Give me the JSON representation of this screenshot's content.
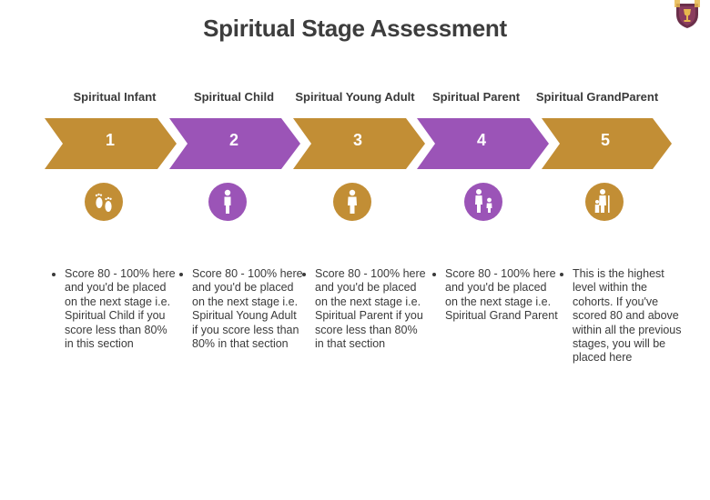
{
  "title": "Spiritual Stage Assessment",
  "colors": {
    "gold": "#C28E35",
    "purple": "#9B54B7",
    "text": "#3a3a3a"
  },
  "stages": [
    {
      "label": "Spiritual Infant",
      "number": "1",
      "color": "#C28E35",
      "icon": "footprints-icon",
      "description": "Score 80 - 100% here and you'd be placed on the next stage i.e. Spiritual Child if you score less than 80% in this section"
    },
    {
      "label": "Spiritual Child",
      "number": "2",
      "color": "#9B54B7",
      "icon": "child-icon",
      "description": "Score 80 - 100% here and you'd be placed on the next stage i.e. Spiritual Young Adult if you score less than 80% in that section"
    },
    {
      "label": "Spiritual Young Adult",
      "number": "3",
      "color": "#C28E35",
      "icon": "person-icon",
      "description": "Score 80 - 100% here and you'd be placed on the next stage i.e. Spiritual Parent if you score less than 80% in that section"
    },
    {
      "label": "Spiritual Parent",
      "number": "4",
      "color": "#9B54B7",
      "icon": "parent-child-icon",
      "description": "Score 80 - 100% here and you'd be placed on the next stage i.e. Spiritual Grand Parent"
    },
    {
      "label": "Spiritual GrandParent",
      "number": "5",
      "color": "#C28E35",
      "icon": "grandparent-icon",
      "description": "This is the highest level within the cohorts. If you've scored 80 and above within all the previous stages, you will be placed here"
    }
  ]
}
